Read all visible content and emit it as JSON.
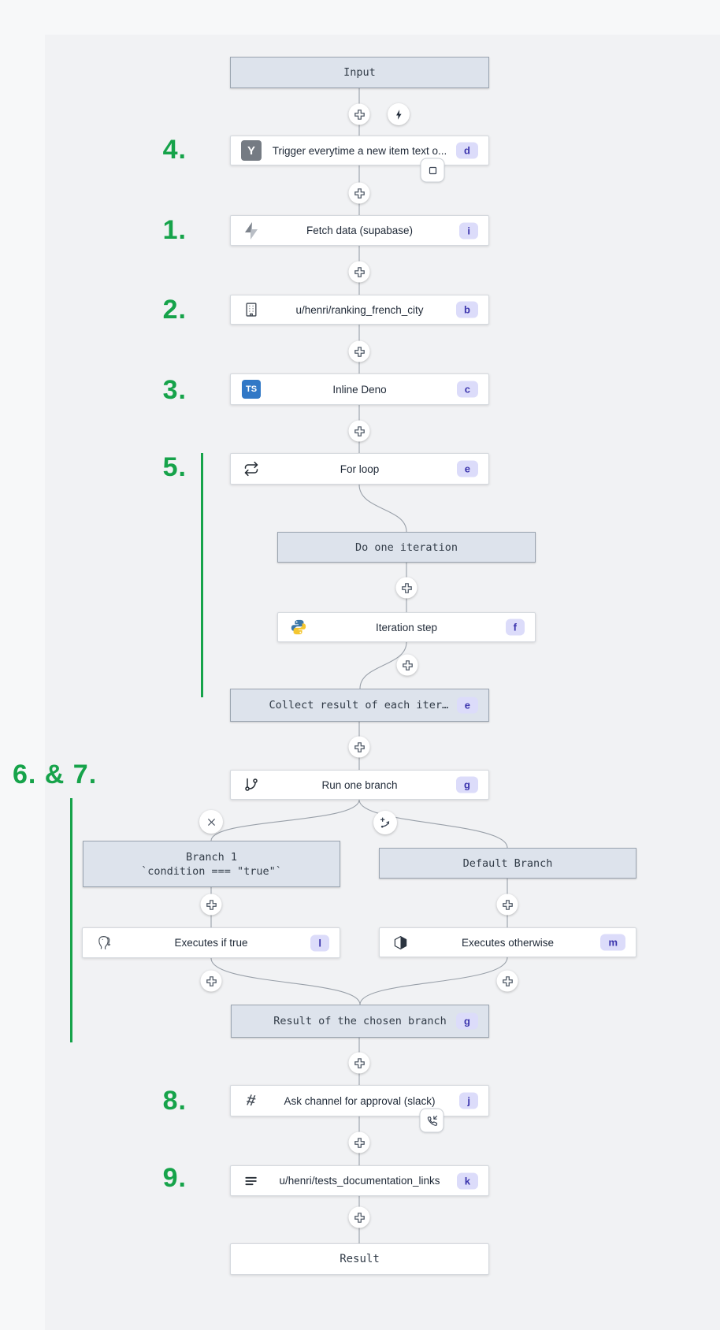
{
  "annotations": {
    "a1": "1.",
    "a2": "2.",
    "a3": "3.",
    "a4": "4.",
    "a5": "5.",
    "a67": "6. & 7.",
    "a8": "8.",
    "a9": "9."
  },
  "nodes": {
    "input": {
      "label": "Input"
    },
    "trigger": {
      "label": "Trigger everytime a new item text o...",
      "badge": "d",
      "icon_text": "Y"
    },
    "fetch": {
      "label": "Fetch data (supabase)",
      "badge": "i"
    },
    "ranking": {
      "label": "u/henri/ranking_french_city",
      "badge": "b"
    },
    "deno": {
      "label": "Inline Deno",
      "badge": "c",
      "icon_text": "TS"
    },
    "forloop": {
      "label": "For loop",
      "badge": "e"
    },
    "do_one_iteration": {
      "label": "Do one iteration"
    },
    "iteration_step": {
      "label": "Iteration step",
      "badge": "f"
    },
    "collect": {
      "label": "Collect result of each iteration",
      "badge": "e"
    },
    "run_one_branch": {
      "label": "Run one branch",
      "badge": "g"
    },
    "branch1": {
      "title": "Branch 1",
      "subtitle": "`condition === \"true\"`"
    },
    "default_branch": {
      "label": "Default Branch"
    },
    "executes_if_true": {
      "label": "Executes if true",
      "badge": "l"
    },
    "executes_otherwise": {
      "label": "Executes otherwise",
      "badge": "m"
    },
    "result_chosen": {
      "label": "Result of the chosen branch",
      "badge": "g"
    },
    "slack": {
      "label": "Ask channel for approval (slack)",
      "badge": "j",
      "icon_text": "#"
    },
    "tests": {
      "label": "u/henri/tests_documentation_links",
      "badge": "k"
    },
    "result": {
      "label": "Result"
    }
  },
  "icons": {
    "trigger": "hackernews-y",
    "fetch": "supabase-bolt",
    "ranking": "building",
    "deno": "typescript",
    "forloop": "repeat-arrows",
    "iteration_step": "python-logo",
    "run_one_branch": "git-branch",
    "executes_if_true": "postgresql-elephant",
    "executes_otherwise": "cube",
    "slack": "slack-hash",
    "tests": "list-lines"
  },
  "colors": {
    "annotation_green": "#16a34a",
    "virtual_node_bg": "#dde3ec",
    "badge_bg": "#dcdcfa",
    "badge_text": "#3b34ad",
    "edge": "#99a0a9",
    "canvas_bg": "#f1f2f4"
  }
}
